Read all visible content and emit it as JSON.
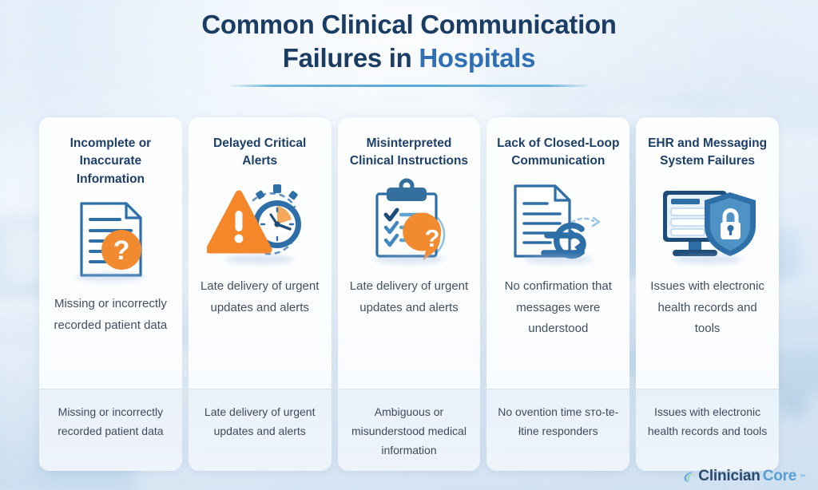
{
  "header": {
    "title_line1": "Common Clinical Communication",
    "title_line2_prefix": "Failures in ",
    "title_line2_accent": "Hospitals",
    "divider": "title-divider"
  },
  "colors": {
    "title_navy": "#1c3d63",
    "title_accent_blue": "#2f6fb5",
    "accent_orange": "#F28B30",
    "icon_blue": "#2E6FA8",
    "icon_blue_dark": "#1F4D79",
    "icon_blue_light": "#6FAFD8",
    "card_background": "#FDFEFF",
    "card_footer_background": "#E8EFF7",
    "page_background": "#DDEBF7",
    "divider_blue": "#5AA9D6"
  },
  "cards": [
    {
      "title": "Incomplete or Inaccurate Information",
      "icon": "document-question-icon",
      "description": "Missing or incorrectly recorded patient data",
      "footer": "Missing or incorrectly recorded patient data"
    },
    {
      "title": "Delayed Critical Alerts",
      "icon": "warning-triangle-stopwatch-icon",
      "description": "Late delivery of urgent updates and alerts",
      "footer": "Late delivery of urgent updates and alerts"
    },
    {
      "title": "Misinterpreted Clinical Instructions",
      "icon": "clipboard-checklist-question-bubble-icon",
      "description": "Late delivery of urgent updates and alerts",
      "footer": "Ambiguous or misunderstood medical information"
    },
    {
      "title": "Lack of Closed-Loop Communication",
      "icon": "document-loop-arrows-icon",
      "description": "No confirmation that messages were understood",
      "footer": "No ovention time sтo-te-łtine responders"
    },
    {
      "title": "EHR and Messaging System Failures",
      "icon": "monitor-shield-lock-icon",
      "description": "Issues with electronic health records and tools",
      "footer": "Issues with electronic health records and tools"
    }
  ],
  "brand": {
    "mark": "swoosh-leaf-icon",
    "name_part1": "Clinician",
    "name_part2": "Core",
    "trademark": "™"
  }
}
